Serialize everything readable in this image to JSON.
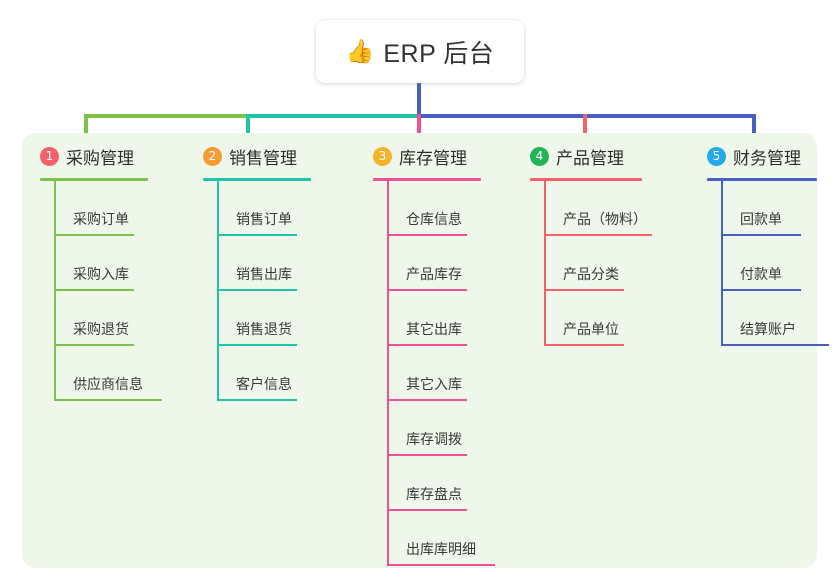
{
  "root": {
    "icon": "thumbs-up-icon",
    "icon_glyph": "👍",
    "title": "ERP 后台"
  },
  "theme": {
    "panel_bg": "#eef7e9",
    "page_bg": "#ffffff",
    "text": "#333333"
  },
  "connectors": {
    "root_stem_color": "#4a5fc4",
    "bus_segments": [
      {
        "name": "green",
        "color": "#7dc24b"
      },
      {
        "name": "teal",
        "color": "#1fc5a8"
      },
      {
        "name": "blue",
        "color": "#4a5fc4"
      }
    ]
  },
  "columns": [
    {
      "number": "1",
      "badge_color": "#f4616a",
      "line_color": "#7dc24b",
      "title": "采购管理",
      "items": [
        {
          "label": "采购订单"
        },
        {
          "label": "采购入库"
        },
        {
          "label": "采购退货"
        },
        {
          "label": "供应商信息"
        }
      ]
    },
    {
      "number": "2",
      "badge_color": "#f59a34",
      "line_color": "#1fc5a8",
      "title": "销售管理",
      "items": [
        {
          "label": "销售订单"
        },
        {
          "label": "销售出库"
        },
        {
          "label": "销售退货"
        },
        {
          "label": "客户信息"
        }
      ]
    },
    {
      "number": "3",
      "badge_color": "#f5b22d",
      "line_color": "#ef4f93",
      "title": "库存管理",
      "items": [
        {
          "label": "仓库信息"
        },
        {
          "label": "产品库存"
        },
        {
          "label": "其它出库"
        },
        {
          "label": "其它入库"
        },
        {
          "label": "库存调拨"
        },
        {
          "label": "库存盘点"
        },
        {
          "label": "出库库明细"
        }
      ]
    },
    {
      "number": "4",
      "badge_color": "#22b457",
      "line_color": "#f4616a",
      "title": "产品管理",
      "items": [
        {
          "label": "产品（物料）"
        },
        {
          "label": "产品分类"
        },
        {
          "label": "产品单位"
        }
      ]
    },
    {
      "number": "5",
      "badge_color": "#24a9e8",
      "line_color": "#4a5fc4",
      "title": "财务管理",
      "items": [
        {
          "label": "回款单"
        },
        {
          "label": "付款单"
        },
        {
          "label": "结算账户"
        }
      ]
    }
  ]
}
